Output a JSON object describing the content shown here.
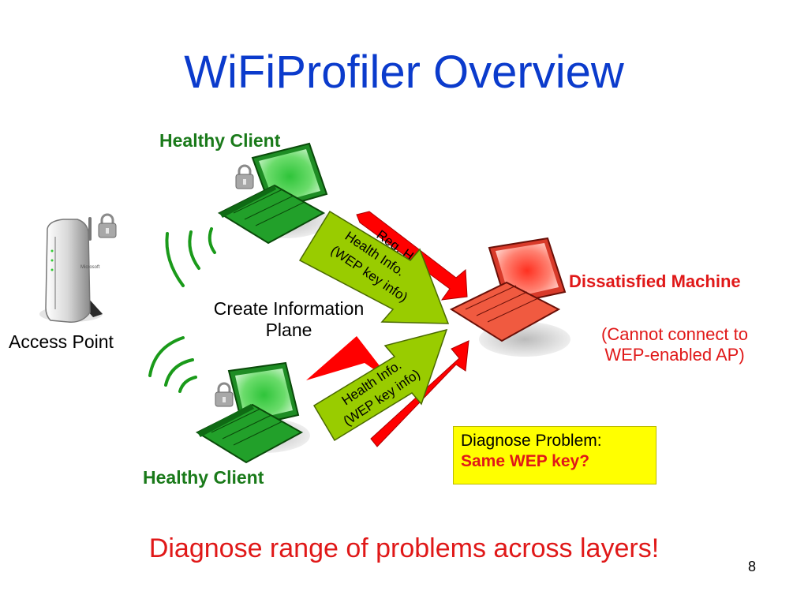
{
  "slide": {
    "title": "WiFiProfiler Overview",
    "page_number": "8"
  },
  "labels": {
    "healthy_client_top": "Healthy Client",
    "healthy_client_bottom": "Healthy Client",
    "access_point": "Access Point",
    "create_info_line1": "Create Information",
    "create_info_line2": "Plane",
    "dissatisfied_machine": "Dissatisfied Machine",
    "cannot_connect_line1": "(Cannot connect to",
    "cannot_connect_line2": "WEP-enabled AP)"
  },
  "arrows": {
    "request_line1": "Req. Hea",
    "upper_line1": "Health Info.",
    "upper_line2": "(WEP key info)",
    "lower_line1": "Health Info.",
    "lower_line2": "(WEP key info)"
  },
  "diagnose_box": {
    "line1": "Diagnose Problem:",
    "line2": "Same WEP key?"
  },
  "footer": "Diagnose range of problems across layers!",
  "colors": {
    "title": "#0b3bcc",
    "healthy": "#1a7a1a",
    "alert": "#e01818",
    "arrow_green": "#99cc00",
    "lightning_red": "#ff0000",
    "box_yellow": "#ffff00",
    "healthy_screen": "#2fc43a",
    "dissatisfied_screen": "#ff5040"
  },
  "icons": [
    "router-icon",
    "lock-icon",
    "laptop-icon",
    "wifi-waves-icon",
    "lightning-icon",
    "arrow-icon"
  ]
}
